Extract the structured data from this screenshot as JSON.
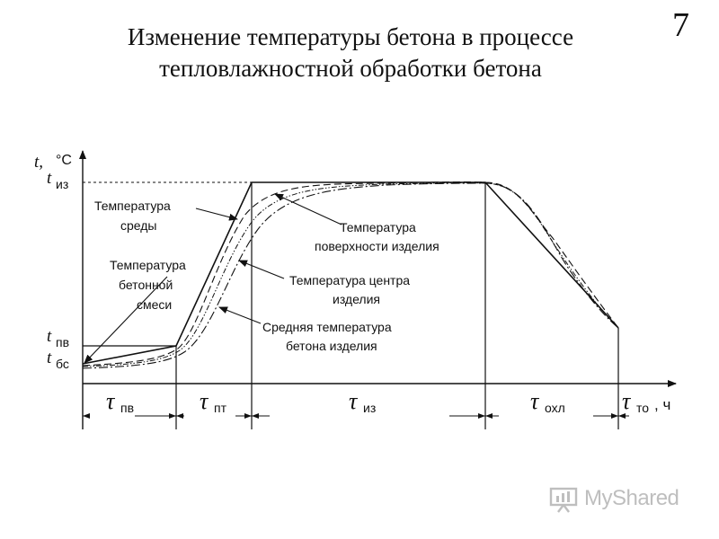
{
  "slide": {
    "title_line1": "Изменение температуры бетона в процессе",
    "title_line2": "тепловлажностной обработки бетона",
    "number": "7"
  },
  "axes": {
    "y_label_t": "t,",
    "y_label_unit": "°С",
    "t_iz_main": "t",
    "t_iz_sub": "из",
    "t_pv_main": "t",
    "t_pv_sub": "пв",
    "t_bs_main": "t",
    "t_bs_sub": "бс",
    "x_unit": ", ч"
  },
  "periods": [
    {
      "symbol": "τ",
      "sub": "пв"
    },
    {
      "symbol": "τ",
      "sub": "пт"
    },
    {
      "symbol": "τ",
      "sub": "из"
    },
    {
      "symbol": "τ",
      "sub": "охл"
    },
    {
      "symbol": "τ",
      "sub": "то"
    }
  ],
  "annotations": {
    "env_1": "Температура",
    "env_2": "среды",
    "mix_1": "Температура",
    "mix_2": "бетонной",
    "mix_3": "смеси",
    "surf_1": "Температура",
    "surf_2": "поверхности изделия",
    "center_1": "Температура центра",
    "center_2": "изделия",
    "avg_1": "Средняя температура",
    "avg_2": "бетона изделия"
  },
  "watermark": {
    "text": "MyShared"
  }
}
